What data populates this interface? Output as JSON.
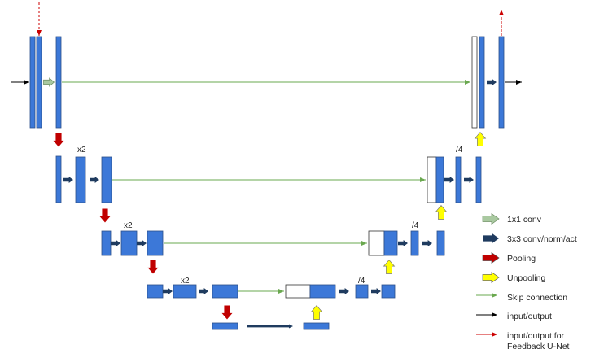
{
  "diagram": {
    "level_labels": {
      "l1_multiplier": "x2",
      "l2_multiplier": "x2",
      "l3_multiplier": "x2",
      "l1_divider": "/4",
      "l2_divider": "/4",
      "l3_divider": "/4"
    }
  },
  "legend": {
    "items": [
      {
        "label": "1x1 conv",
        "icon": "green-block-arrow"
      },
      {
        "label": "3x3 conv/norm/act",
        "icon": "navy-block-arrow"
      },
      {
        "label": "Pooling",
        "icon": "red-block-arrow"
      },
      {
        "label": "Unpooling",
        "icon": "yellow-block-arrow"
      },
      {
        "label": "Skip connection",
        "icon": "green-line-arrow"
      },
      {
        "label": "input/output",
        "icon": "black-line-arrow"
      },
      {
        "label": "input/output for",
        "label2": "Feedback U-Net",
        "icon": "red-line-arrow"
      }
    ]
  },
  "colors": {
    "block": "#3c78d8",
    "block_border": "#2b4f8a",
    "conv1x1": "#a9c9a0",
    "conv3x3": "#1f3b5f",
    "pooling": "#c00000",
    "unpooling": "#ffff00",
    "skip": "#6aa84f",
    "io": "#000000",
    "feedback": "#cc0000"
  }
}
